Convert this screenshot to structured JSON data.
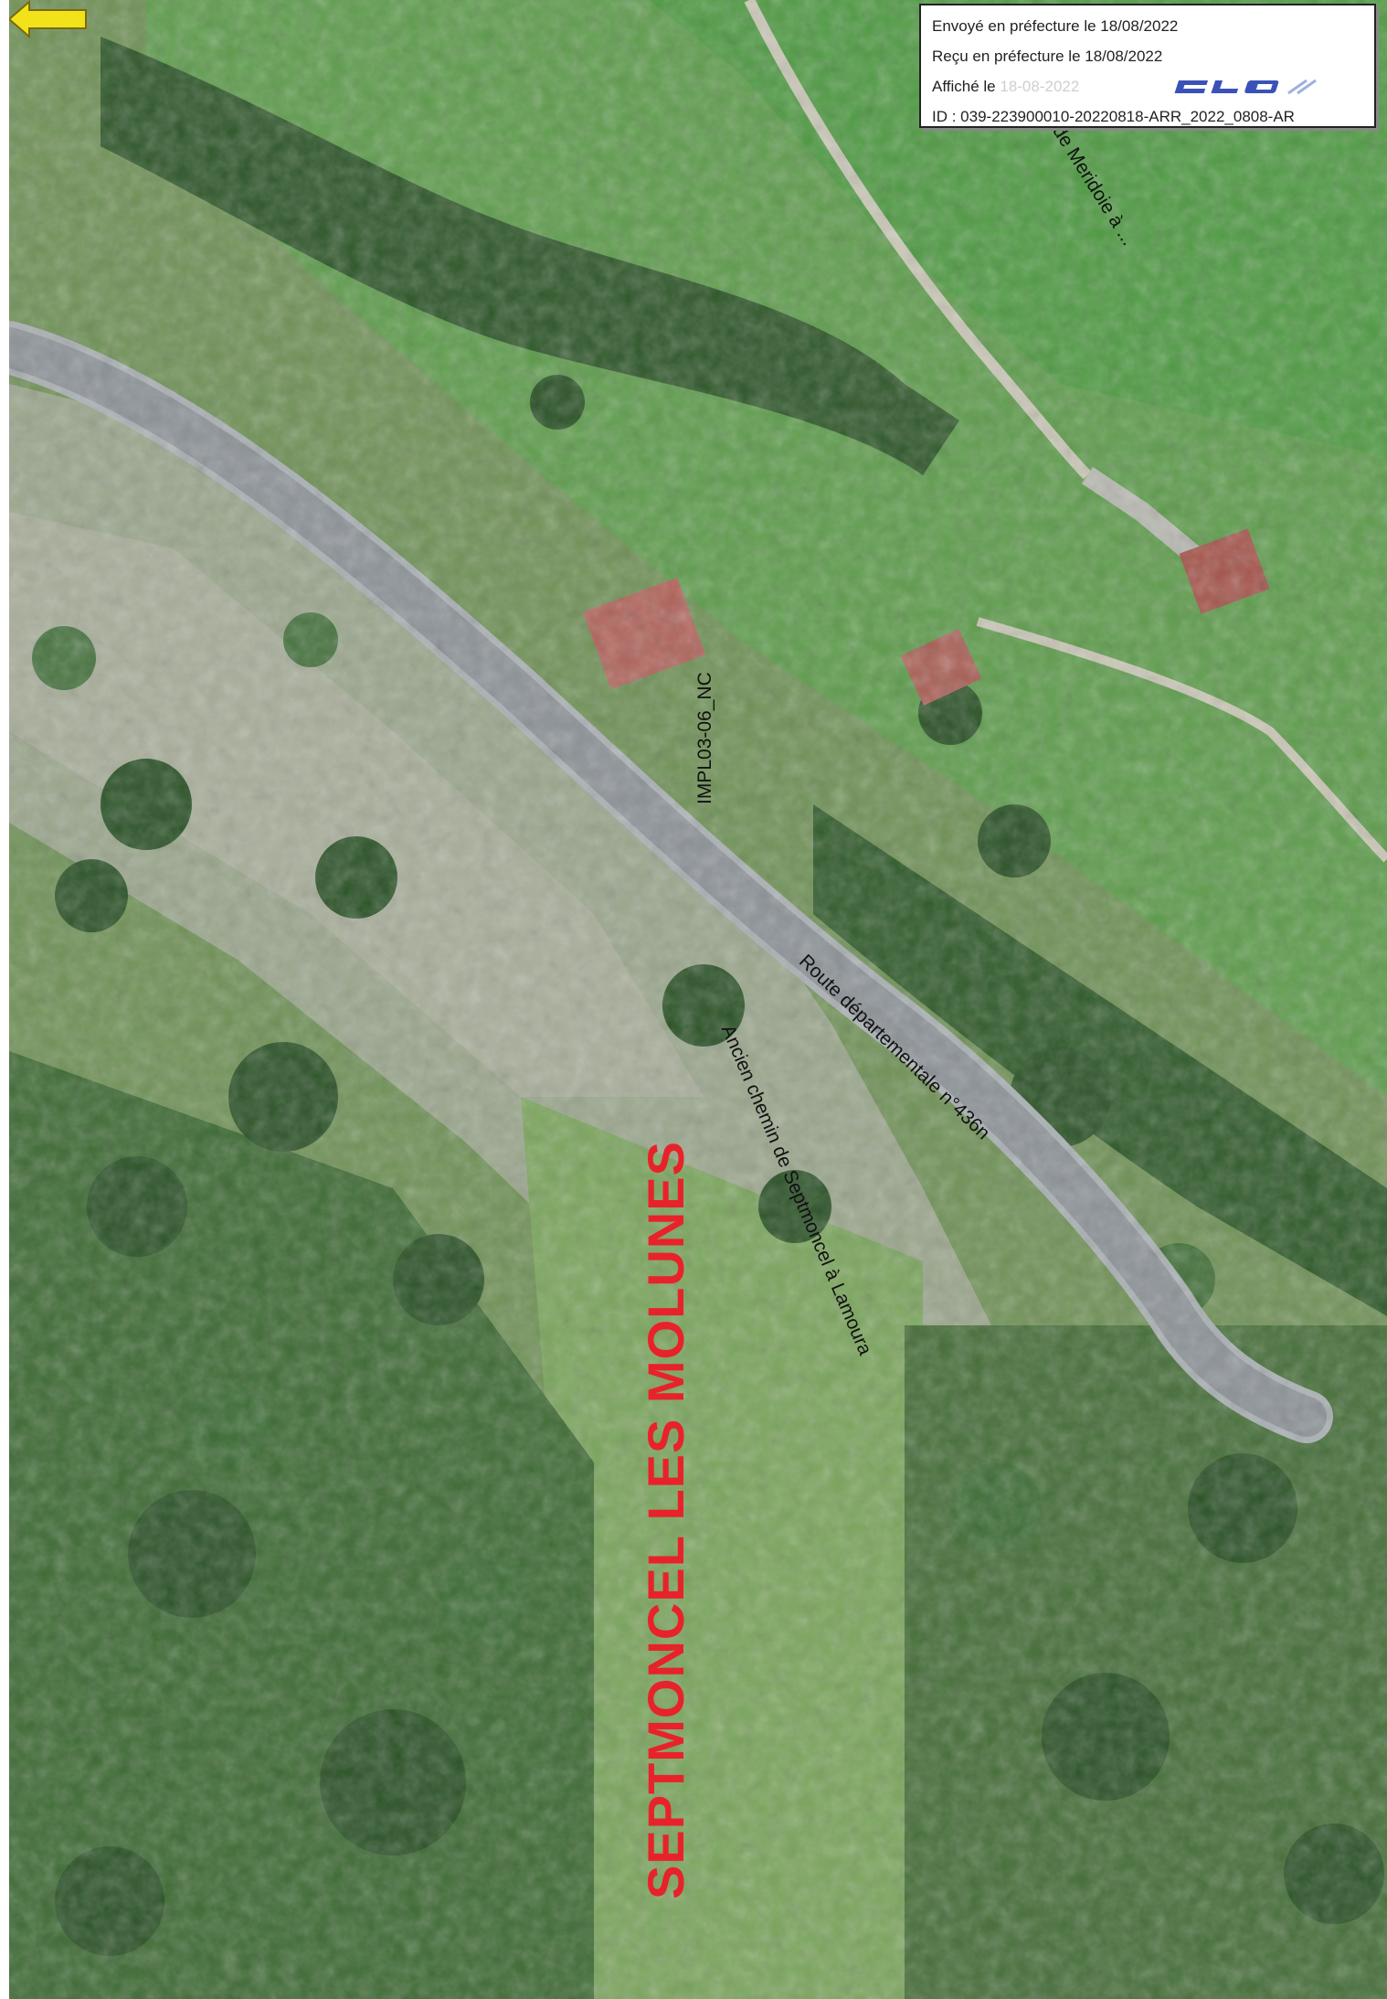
{
  "stamp": {
    "line1": "Envoyé en préfecture le 18/08/2022",
    "line2": "Reçu en préfecture le 18/08/2022",
    "line3_label": "Affiché le",
    "line3_date": "18-08-2022",
    "line4": "ID : 039-223900010-20220818-ARR_2022_0808-AR",
    "logo_icon": "slo-logo-icon"
  },
  "labels": {
    "chemin_rural": "Chemin rural de Meridoie à ...",
    "implantation": "IMPL03-06_NC",
    "route": "Route départementale n°436n",
    "ancien_chemin": "Ancien chemin de Septmoncel à Lamoura",
    "commune": "SEPTMONCEL LES MOLUNES"
  },
  "colors": {
    "commune_label": "#e8222a",
    "arrow_fill": "#f2e21a",
    "road": "#8c9297",
    "meadow": "#5f9a4a",
    "forest": "#2f5a2a"
  },
  "icons": {
    "arrow": "yellow-arrow-icon"
  }
}
